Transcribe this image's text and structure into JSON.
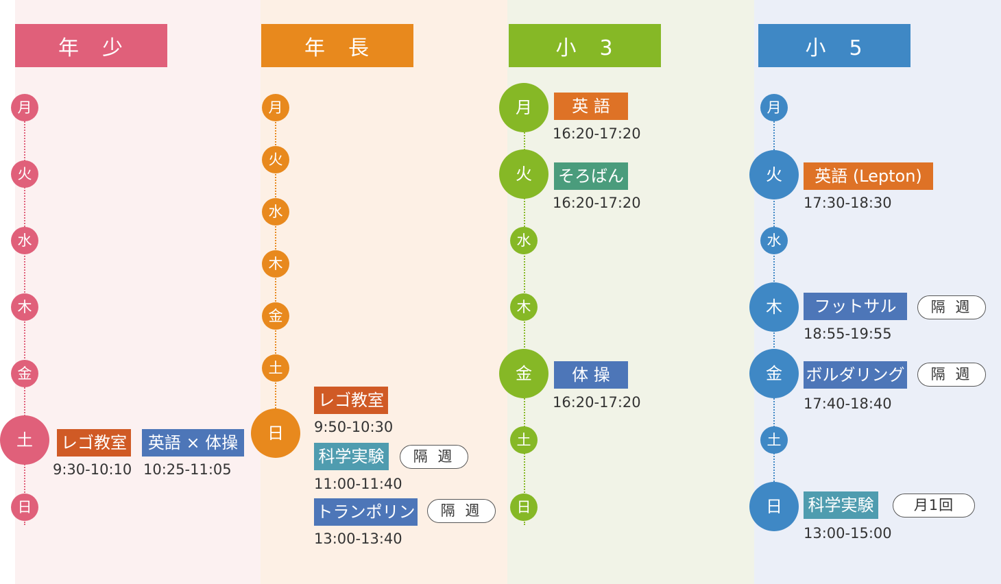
{
  "columns": [
    {
      "title": "年　少",
      "color": "#e0607a",
      "bg": "#fcf1f1",
      "days": [
        "月",
        "火",
        "水",
        "木",
        "金",
        "土",
        "日"
      ],
      "activities": [
        {
          "name": "レゴ教室",
          "time": "9:30-10:10",
          "tag_color": "#d05a25"
        },
        {
          "name": "英語 × 体操",
          "time": "10:25-11:05",
          "tag_color": "#4d76b8"
        }
      ]
    },
    {
      "title": "年　長",
      "color": "#e8891d",
      "bg": "#fdf0e5",
      "days": [
        "月",
        "火",
        "水",
        "木",
        "金",
        "土",
        "日"
      ],
      "activities": [
        {
          "name": "レゴ教室",
          "time": "9:50-10:30",
          "tag_color": "#d05a25"
        },
        {
          "name": "科学実験",
          "time": "11:00-11:40",
          "tag_color": "#4f9caf",
          "note": "隔 週"
        },
        {
          "name": "トランポリン",
          "time": "13:00-13:40",
          "tag_color": "#4d76b8",
          "note": "隔 週"
        }
      ]
    },
    {
      "title": "小　3",
      "color": "#86b826",
      "bg": "#f1f3e7",
      "days": [
        "月",
        "火",
        "水",
        "木",
        "金",
        "土",
        "日"
      ],
      "activities": [
        {
          "name": "英 語",
          "time": "16:20-17:20",
          "tag_color": "#de7226"
        },
        {
          "name": "そろばん",
          "time": "16:20-17:20",
          "tag_color": "#4a9c7c"
        },
        {
          "name": "体 操",
          "time": "16:20-17:20",
          "tag_color": "#4d76b8"
        }
      ]
    },
    {
      "title": "小　5",
      "color": "#3f88c5",
      "bg": "#ebeff8",
      "days": [
        "月",
        "火",
        "水",
        "木",
        "金",
        "土",
        "日"
      ],
      "activities": [
        {
          "name": "英語 (Lepton)",
          "time": "17:30-18:30",
          "tag_color": "#de7226"
        },
        {
          "name": "フットサル",
          "time": "18:55-19:55",
          "tag_color": "#4d76b8",
          "note": "隔 週"
        },
        {
          "name": "ボルダリング",
          "time": "17:40-18:40",
          "tag_color": "#4d76b8",
          "note": "隔 週"
        },
        {
          "name": "科学実験",
          "time": "13:00-15:00",
          "tag_color": "#4f9caf",
          "note": "月1回"
        }
      ]
    }
  ]
}
